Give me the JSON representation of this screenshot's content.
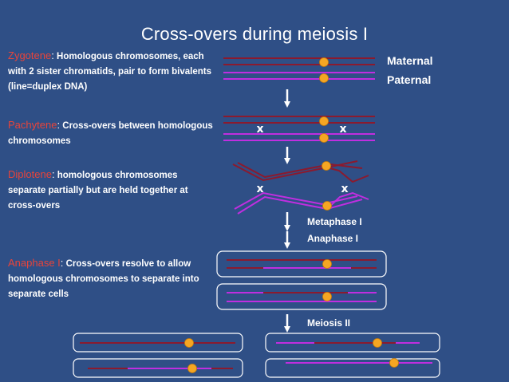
{
  "title": "Cross-overs during meiosis I",
  "steps": [
    {
      "stage": "Zygotene",
      "text": " Homologous chromosomes, each with 2 sister chromatids, pair to form bivalents (line=duplex DNA)"
    },
    {
      "stage": "Pachytene",
      "text": " Cross-overs between homologous chromosomes"
    },
    {
      "stage": "Diplotene",
      "text": " homologous chromosomes separate partially but are held together at cross-overs"
    },
    {
      "stage": "Anaphase I",
      "text": " Cross-overs resolve to allow homologous chromosomes to separate into separate cells"
    }
  ],
  "legend": {
    "maternal": "Maternal",
    "paternal": "Paternal"
  },
  "phase_labels": {
    "metaphase": "Metaphase I",
    "anaphase": "Anaphase I",
    "meiosis2": "Meiosis II"
  },
  "crossover_mark": "x",
  "colors": {
    "background": "#2f4f86",
    "maternal": "#8b1a2e",
    "paternal": "#c02ee0",
    "centromere": "#f5a623",
    "stage_text": "#e8443a"
  }
}
